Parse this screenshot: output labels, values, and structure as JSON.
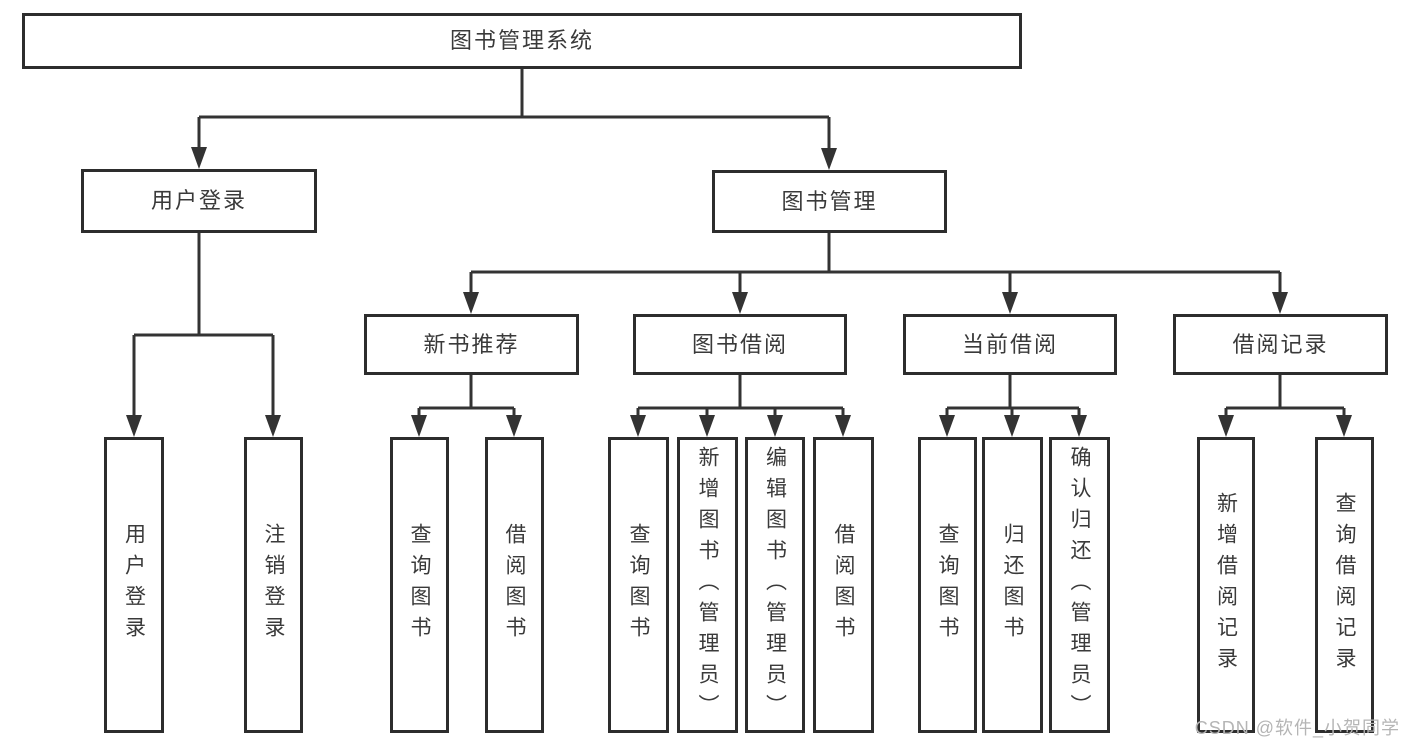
{
  "tree": {
    "root": {
      "label": "图书管理系统"
    },
    "branches": [
      {
        "label": "用户登录",
        "children": [
          {
            "label": "用户登录"
          },
          {
            "label": "注销登录"
          }
        ]
      },
      {
        "label": "图书管理",
        "children": [
          {
            "label": "新书推荐",
            "children": [
              {
                "label": "查询图书"
              },
              {
                "label": "借阅图书"
              }
            ]
          },
          {
            "label": "图书借阅",
            "children": [
              {
                "label": "查询图书"
              },
              {
                "label": "新增图书（管理员）"
              },
              {
                "label": "编辑图书（管理员）"
              },
              {
                "label": "借阅图书"
              }
            ]
          },
          {
            "label": "当前借阅",
            "children": [
              {
                "label": "查询图书"
              },
              {
                "label": "归还图书"
              },
              {
                "label": "确认归还（管理员）"
              }
            ]
          },
          {
            "label": "借阅记录",
            "children": [
              {
                "label": "新增借阅记录"
              },
              {
                "label": "查询借阅记录"
              }
            ]
          }
        ]
      }
    ]
  },
  "watermark": "CSDN @软件_小贺同学",
  "colors": {
    "background": "#ffffff",
    "box_border": "#2d2d2d",
    "line": "#333333",
    "text": "#3a3a3a",
    "watermark": "#b5b5b5"
  }
}
